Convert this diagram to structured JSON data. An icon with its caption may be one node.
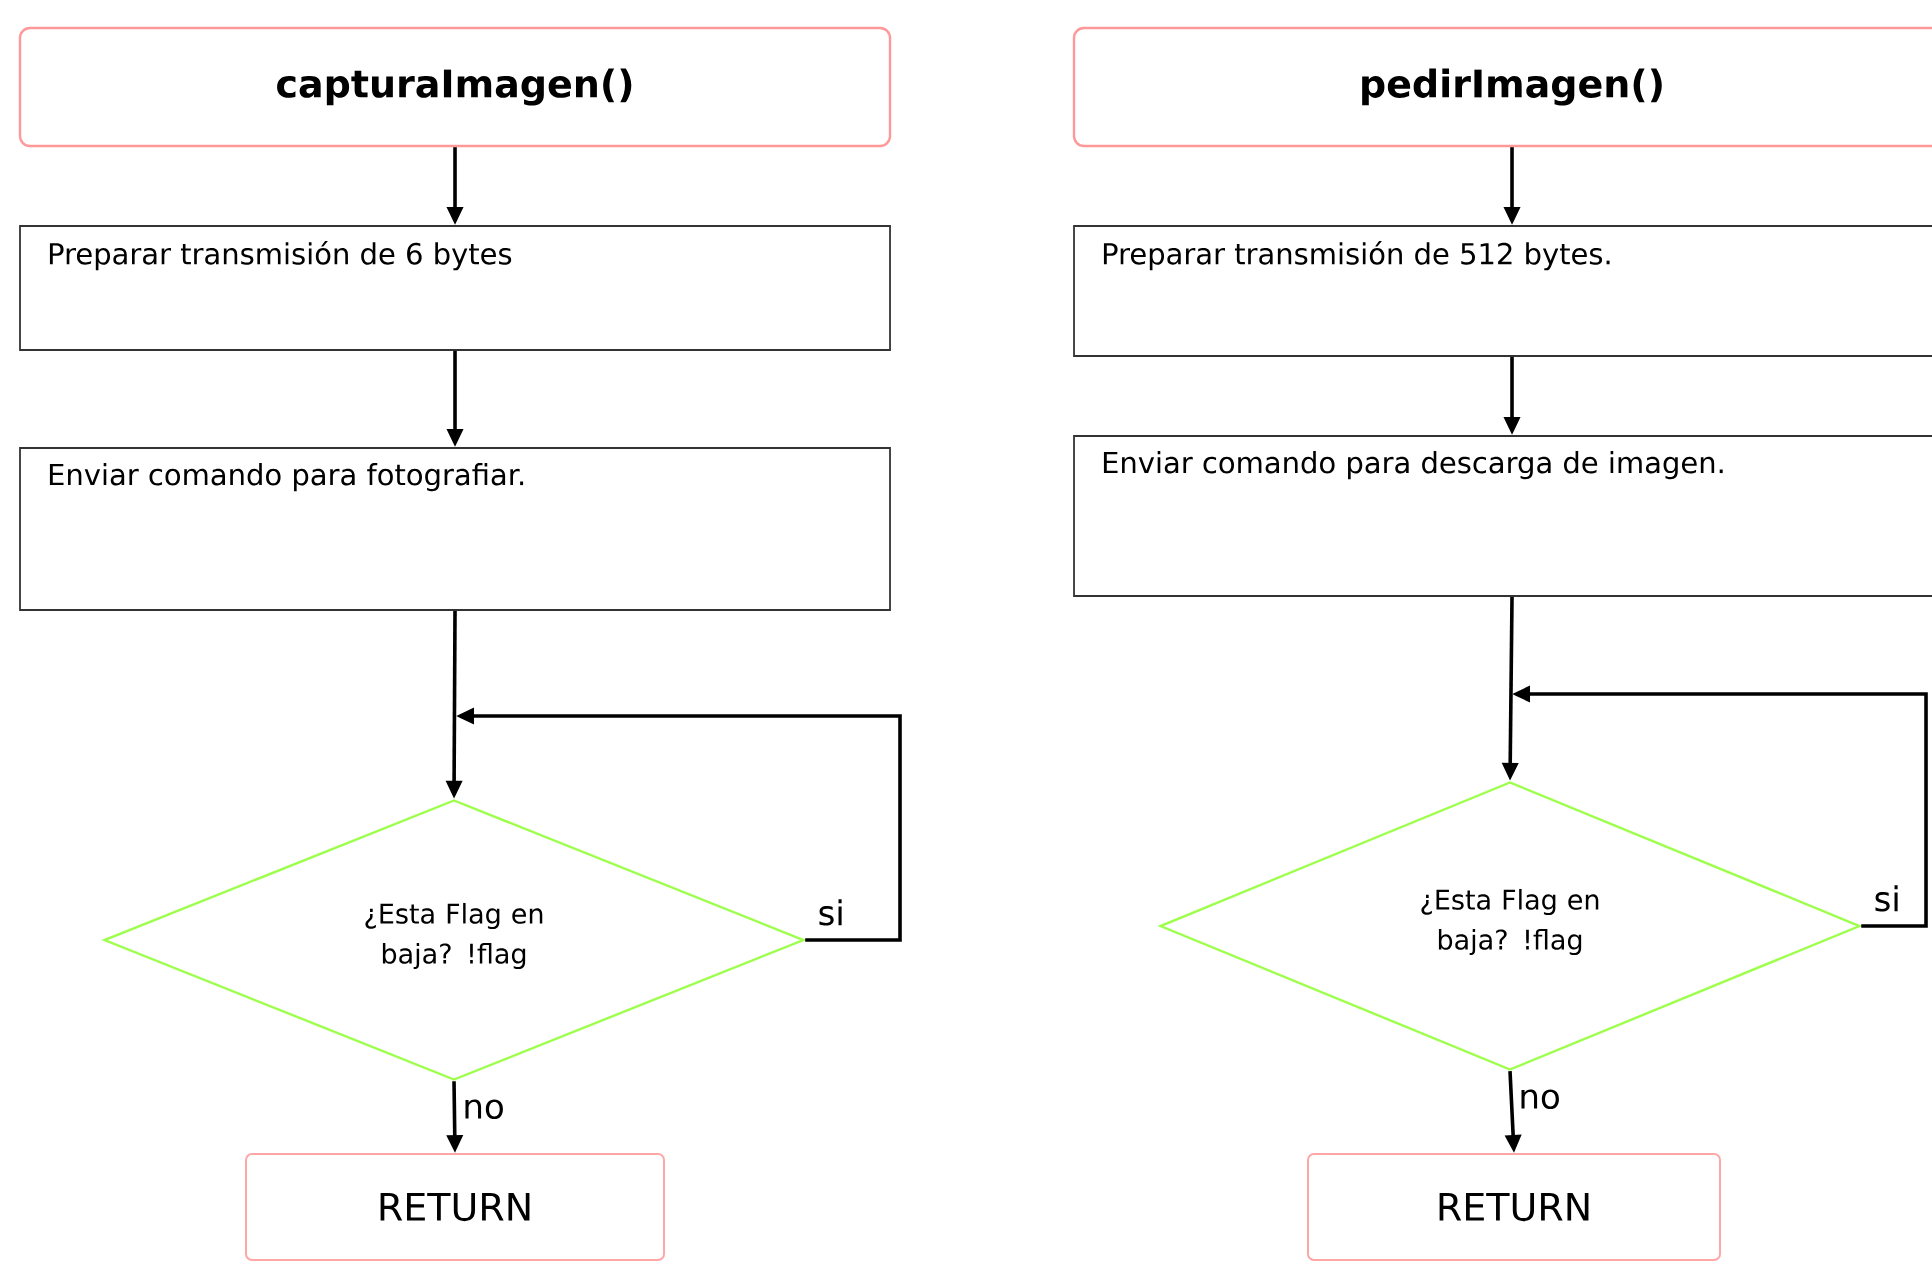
{
  "diagram": {
    "nodes": [
      {
        "text": [
          "capturaImagen()"
        ]
      },
      {
        "text": [
          "Preparar transmisión de 6 bytes"
        ]
      },
      {
        "text": [
          "Enviar comando para fotografiar."
        ]
      },
      {
        "text": [
          "¿Esta Flag en baja? !flag"
        ]
      },
      {
        "text": [
          "RETURN"
        ]
      },
      {
        "text": [
          "pedirImagen()"
        ]
      },
      {
        "text": [
          "Preparar transmisión de 512 bytes."
        ]
      },
      {
        "text": [
          "Enviar comando para descarga de imagen."
        ]
      },
      {
        "text": [
          "¿Esta Flag en baja? !flag"
        ]
      },
      {
        "text": [
          "RETURN"
        ]
      }
    ],
    "edges": [
      {
        "from": 0,
        "to": 1,
        "arrow": "to"
      },
      {
        "from": 1,
        "to": 2,
        "arrow": "to"
      },
      {
        "from": 2,
        "to": 3,
        "arrow": "to"
      },
      {
        "from": 3,
        "to": 3,
        "arrow": "to",
        "label": "si"
      },
      {
        "from": 3,
        "to": 4,
        "arrow": "to",
        "label": "no"
      },
      {
        "from": 5,
        "to": 6,
        "arrow": "to"
      },
      {
        "from": 6,
        "to": 7,
        "arrow": "to"
      },
      {
        "from": 7,
        "to": 8,
        "arrow": "to"
      },
      {
        "from": 8,
        "to": 8,
        "arrow": "to",
        "label": "si"
      },
      {
        "from": 8,
        "to": 9,
        "arrow": "to",
        "label": "no"
      }
    ]
  }
}
